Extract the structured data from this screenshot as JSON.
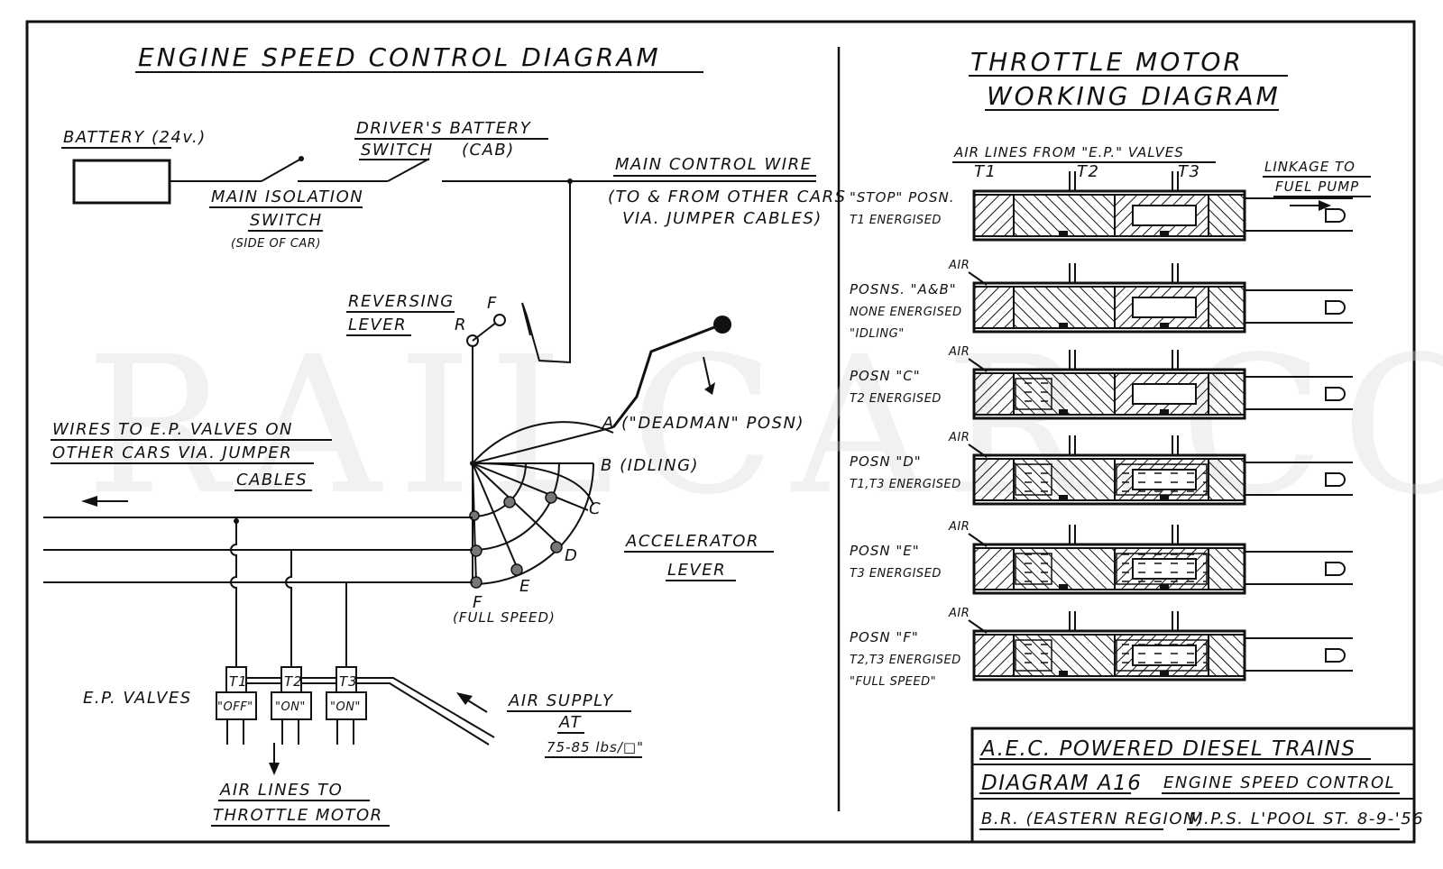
{
  "left": {
    "title": "ENGINE SPEED CONTROL DIAGRAM",
    "battery": "BATTERY (24v.)",
    "drivers_switch": [
      "DRIVER'S BATTERY",
      "SWITCH",
      "(CAB)"
    ],
    "main_isolation": [
      "MAIN ISOLATION",
      "SWITCH",
      "(SIDE OF CAR)"
    ],
    "main_control_wire": "MAIN CONTROL WIRE",
    "to_from_cars": [
      "(TO & FROM OTHER CARS",
      "VIA. JUMPER CABLES)"
    ],
    "reversing_lever": [
      "REVERSING",
      "LEVER"
    ],
    "rev_r": "R",
    "rev_f": "F",
    "wires_to_ep": [
      "WIRES TO E.P. VALVES ON",
      "OTHER CARS VIA. JUMPER",
      "CABLES"
    ],
    "positions": {
      "a": "A (\"DEADMAN\" POSN)",
      "b": "B (IDLING)",
      "c": "C",
      "d": "D",
      "e": "E",
      "f": "F",
      "full": "(FULL SPEED)"
    },
    "accelerator": [
      "ACCELERATOR",
      "LEVER"
    ],
    "ep_valves": "E.P. VALVES",
    "valves": [
      {
        "name": "T1",
        "state": "\"OFF\""
      },
      {
        "name": "T2",
        "state": "\"ON\""
      },
      {
        "name": "T3",
        "state": "\"ON\""
      }
    ],
    "air_supply": [
      "AIR SUPPLY",
      "AT",
      "75-85 lbs/□\""
    ],
    "air_lines": [
      "AIR LINES TO",
      "THROTTLE MOTOR"
    ]
  },
  "right": {
    "title": [
      "THROTTLE MOTOR",
      "WORKING DIAGRAM"
    ],
    "air_lines_from": "AIR LINES FROM \"E.P.\" VALVES",
    "t_labels": [
      "T1",
      "T2",
      "T3"
    ],
    "linkage": [
      "LINKAGE TO",
      "FUEL PUMP"
    ],
    "air": "AIR",
    "rows": [
      {
        "lines": [
          "\"STOP\" POSN.",
          "T1 ENERGISED"
        ]
      },
      {
        "lines": [
          "POSNS. \"A&B\"",
          "NONE ENERGISED",
          "\"IDLING\""
        ]
      },
      {
        "lines": [
          "POSN \"C\"",
          "T2 ENERGISED"
        ]
      },
      {
        "lines": [
          "POSN \"D\"",
          "T1,T3 ENERGISED"
        ]
      },
      {
        "lines": [
          "POSN \"E\"",
          "T3 ENERGISED"
        ]
      },
      {
        "lines": [
          "POSN \"F\"",
          "T2,T3 ENERGISED",
          "\"FULL SPEED\""
        ]
      }
    ]
  },
  "titlebox": {
    "line1": "A.E.C. POWERED DIESEL TRAINS",
    "line2a": "DIAGRAM A16",
    "line2b": "ENGINE SPEED CONTROL",
    "line3a": "B.R. (EASTERN REGION)",
    "line3b": "M.P.S. L'POOL ST. 8-9-'56"
  },
  "watermark": "RAILCAR.CO.UK"
}
